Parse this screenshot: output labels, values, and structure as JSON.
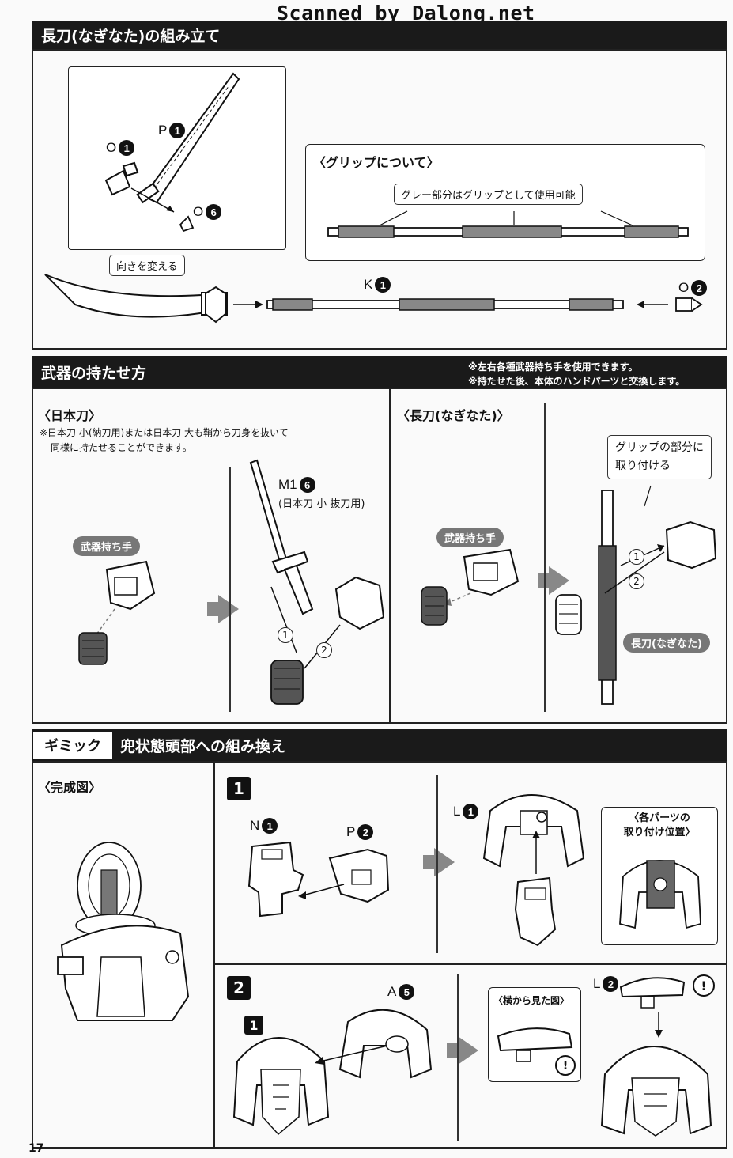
{
  "watermark": "Scanned by Dalong.net",
  "sec1": {
    "title": "長刀(なぎなた)の組み立て",
    "parts": {
      "P": "P",
      "P_num": "1",
      "O": "O",
      "O_num": "1",
      "O6": "O",
      "O6_num": "6",
      "K": "K",
      "K_num": "1",
      "O2": "O",
      "O2_num": "2"
    },
    "turn_label": "向きを変える",
    "grip_title": "〈グリップについて〉",
    "grip_callout": "グレー部分はグリップとして使用可能"
  },
  "sec2": {
    "title": "武器の持たせ方",
    "notes": [
      "※左右各種武器持ち手を使用できます。",
      "※持たせた後、本体のハンドパーツと交換します。"
    ],
    "katana": {
      "title": "〈日本刀〉",
      "note_line1": "※日本刀 小(納刀用)または日本刀 大も鞘から刀身を抜いて",
      "note_line2": "同様に持たせることができます。",
      "hand_label": "武器持ち手",
      "part": "M1",
      "part_num": "6",
      "part_desc": "(日本刀 小 抜刀用)",
      "step1": "1",
      "step2": "2"
    },
    "naginata": {
      "title": "〈長刀(なぎなた)〉",
      "hand_label": "武器持ち手",
      "callout_line1": "グリップの部分に",
      "callout_line2": "取り付ける",
      "weapon_label": "長刀(なぎなた)",
      "step1": "1",
      "step2": "2"
    }
  },
  "sec3": {
    "tag": "ギミック",
    "title": "兜状態頭部への組み換え",
    "complete_title": "〈完成図〉",
    "step1": {
      "num": "1",
      "N": "N",
      "N_num": "1",
      "P": "P",
      "P_num": "2",
      "L": "L",
      "L_num": "1",
      "inset_line1": "〈各パーツの",
      "inset_line2": "取り付け位置〉"
    },
    "step2": {
      "num": "2",
      "ref": "1",
      "A": "A",
      "A_num": "5",
      "L": "L",
      "L_num": "2",
      "side_view": "〈横から見た図〉",
      "caution": "!"
    }
  },
  "page_number": "17"
}
